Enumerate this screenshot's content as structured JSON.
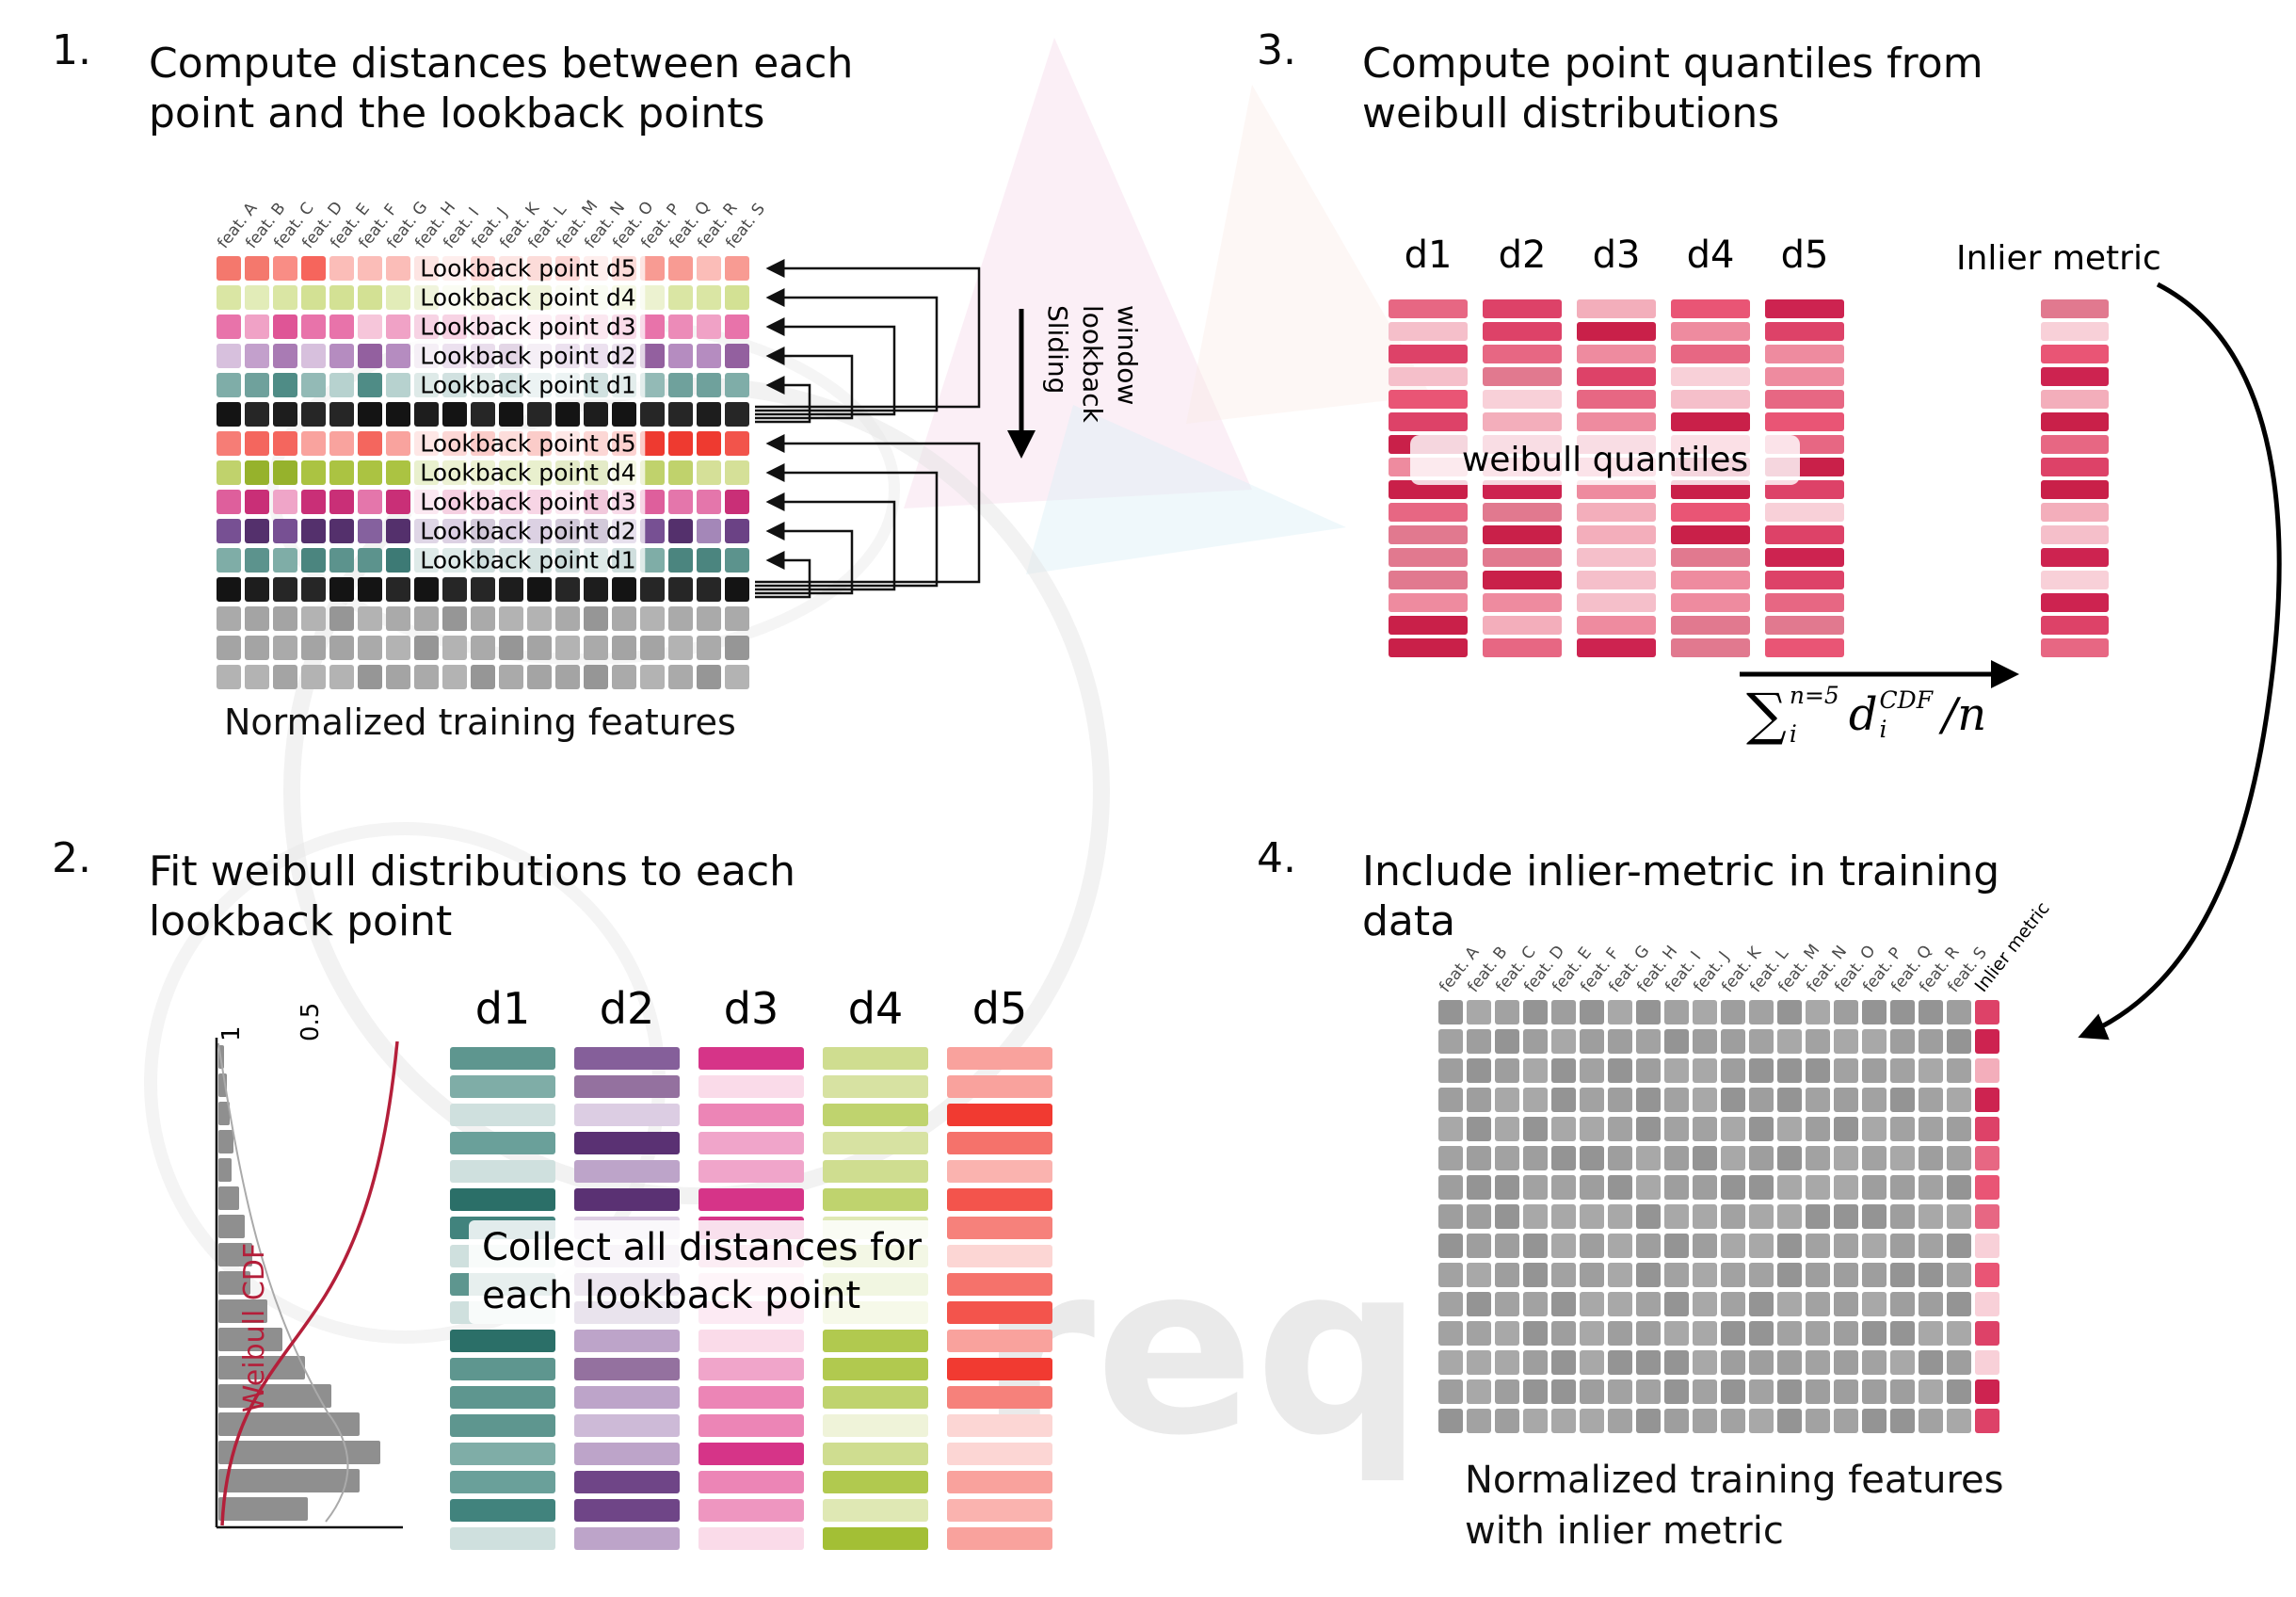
{
  "watermark": {
    "text": "req"
  },
  "panel1": {
    "number": "1.",
    "title_lines": [
      "Compute distances between each",
      "point and the lookback points"
    ],
    "caption": "Normalized training features",
    "sliding_lines": [
      "Sliding",
      "lookback",
      "window"
    ],
    "features": [
      "feat. A",
      "feat. B",
      "feat. C",
      "feat. D",
      "feat. E",
      "feat. F",
      "feat. G",
      "feat. H",
      "feat. I",
      "feat. J",
      "feat. K",
      "feat. L",
      "feat. M",
      "feat. N",
      "feat. O",
      "feat. P",
      "feat. Q",
      "feat. R",
      "feat. S"
    ],
    "rows": [
      {
        "label": "Lookback point d5",
        "palette": [
          "#f4786d",
          "#f89b93",
          "#fbbdb8",
          "#f6655c",
          "#f98d85"
        ]
      },
      {
        "label": "Lookback point d4",
        "palette": [
          "#d3e194",
          "#e2ecb8",
          "#c3d577",
          "#ecf2d0",
          "#dae6a4"
        ]
      },
      {
        "label": "Lookback point d3",
        "palette": [
          "#e873aa",
          "#f0a2c6",
          "#df5596",
          "#f6c6da",
          "#ec8bb8"
        ]
      },
      {
        "label": "Lookback point d2",
        "palette": [
          "#a97bb4",
          "#c3a0cc",
          "#93609f",
          "#d7c0dd",
          "#b58cc0"
        ]
      },
      {
        "label": "Lookback point d1",
        "palette": [
          "#6fa19c",
          "#93bab6",
          "#4f8c86",
          "#b7d2cf",
          "#7fada8"
        ]
      },
      {
        "label": null,
        "palette": [
          "#1d1d1d",
          "#262626",
          "#141414"
        ]
      },
      {
        "label": "Lookback point d5",
        "palette": [
          "#f2544b",
          "#f67d76",
          "#ee3a30",
          "#f9a39e",
          "#f4665e"
        ]
      },
      {
        "label": "Lookback point d4",
        "palette": [
          "#abc342",
          "#c0d26c",
          "#96b22c",
          "#d5e098",
          "#b6ca55"
        ]
      },
      {
        "label": "Lookback point d3",
        "palette": [
          "#d8498d",
          "#e476ab",
          "#c92f77",
          "#efa5c8",
          "#de5f9c"
        ]
      },
      {
        "label": "Lookback point d2",
        "palette": [
          "#6b4285",
          "#85619e",
          "#54306c",
          "#a487b8",
          "#775093"
        ]
      },
      {
        "label": "Lookback point d1",
        "palette": [
          "#3d7a75",
          "#5c938d",
          "#27655f",
          "#7fada7",
          "#4b857f"
        ]
      },
      {
        "label": null,
        "palette": [
          "#1d1d1d",
          "#262626",
          "#141414"
        ]
      },
      {
        "label": null,
        "palette": [
          "#a4a4a4",
          "#b3b3b3",
          "#969696",
          "#aaaaaa"
        ]
      },
      {
        "label": null,
        "palette": [
          "#a4a4a4",
          "#b3b3b3",
          "#969696",
          "#aaaaaa"
        ]
      },
      {
        "label": null,
        "palette": [
          "#a4a4a4",
          "#b3b3b3",
          "#969696",
          "#aaaaaa"
        ]
      }
    ]
  },
  "panel2": {
    "number": "2.",
    "title_lines": [
      "Fit weibull distributions to each",
      "lookback point"
    ],
    "overlay_lines": [
      "Collect all distances for",
      "each lookback point"
    ],
    "plot": {
      "cdf_label": "Weibull CDF",
      "ticks": [
        "1",
        "0.5"
      ],
      "cdf_color": "#b41f3a",
      "bar_color": "#8f8f8f",
      "hist": [
        6,
        9,
        12,
        16,
        14,
        22,
        28,
        36,
        34,
        52,
        68,
        92,
        120,
        150,
        172,
        150,
        95
      ]
    },
    "bars_per_column": 18,
    "columns": [
      {
        "header": "d1",
        "palette": [
          "#41837d",
          "#5e968f",
          "#7fada7",
          "#a5c5c1",
          "#cfe0de",
          "#2b6f68",
          "#8fb9b4",
          "#6aa09a"
        ]
      },
      {
        "header": "d2",
        "palette": [
          "#6f4587",
          "#855f9a",
          "#9f7fb0",
          "#bda4c9",
          "#dccde3",
          "#5a3173",
          "#94719f",
          "#cdbad7"
        ]
      },
      {
        "header": "d3",
        "palette": [
          "#e0549c",
          "#e773ac",
          "#ee96c0",
          "#f4b8d4",
          "#fadbe9",
          "#d63488",
          "#ec85b6",
          "#f0a5ca"
        ]
      },
      {
        "header": "d4",
        "palette": [
          "#b1c94f",
          "#bfd36e",
          "#cfdd90",
          "#dfe8b4",
          "#eff3d9",
          "#a3bf35",
          "#c7d87f",
          "#d7e2a2"
        ]
      },
      {
        "header": "d5",
        "palette": [
          "#f3544c",
          "#f5726b",
          "#f8928d",
          "#fab3af",
          "#fcd6d4",
          "#f13a31",
          "#f6817b",
          "#f9a29d"
        ]
      }
    ]
  },
  "panel3": {
    "number": "3.",
    "title_lines": [
      "Compute point quantiles from",
      "weibull distributions"
    ],
    "headers": [
      "d1",
      "d2",
      "d3",
      "d4",
      "d5"
    ],
    "overlay": "weibull quantiles",
    "inlier_label": "Inlier metric",
    "bars_per_column": 16,
    "palette": [
      "#f8d0d8",
      "#f3aebb",
      "#ee8b9f",
      "#e76783",
      "#dd4268",
      "#cd2350",
      "#f5bfca",
      "#e95575",
      "#e1798f",
      "#c92049"
    ],
    "formula": {
      "sigma": "∑",
      "sup": "n=5",
      "sub": "i",
      "var": "d",
      "var_sup": "CDF",
      "var_sub": "i",
      "tail": "/n"
    }
  },
  "panel4": {
    "number": "4.",
    "title_lines": [
      "Include inlier-metric in training",
      "data"
    ],
    "caption_lines": [
      "Normalized training features",
      "with inlier metric"
    ],
    "features": [
      "feat. A",
      "feat. B",
      "feat. C",
      "feat. D",
      "feat. E",
      "feat. F",
      "feat. G",
      "feat. H",
      "feat. I",
      "feat. J",
      "feat. K",
      "feat. L",
      "feat. M",
      "feat. N",
      "feat. O",
      "feat. P",
      "feat. Q",
      "feat. R",
      "feat. S"
    ],
    "inlier_feature": "Inlier metric",
    "rows": 15,
    "gray_palette": [
      "#9e9e9e",
      "#a8a8a8",
      "#949494",
      "#a2a2a2"
    ],
    "inlier_palette": [
      "#f3aebb",
      "#ee8b9f",
      "#e76783",
      "#dd4268",
      "#cd2350",
      "#f8d0d8",
      "#e95575"
    ]
  }
}
